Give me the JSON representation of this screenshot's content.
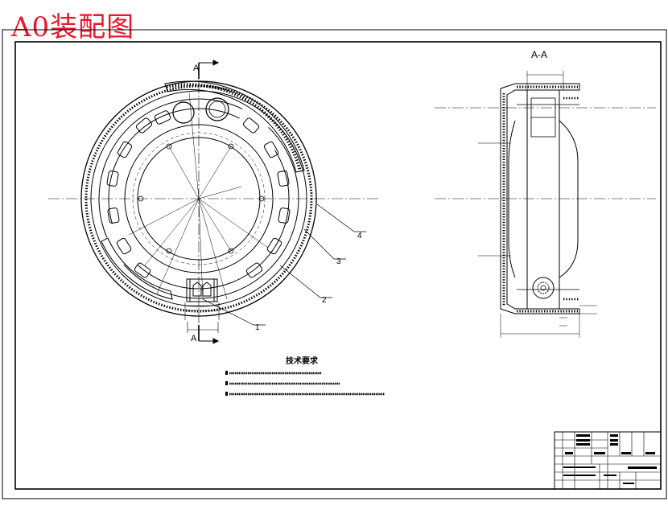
{
  "title": "A0装配图",
  "title_color": "#e8192c",
  "section_label": "A-A",
  "cut_marker_top": "A",
  "cut_marker_bottom": "A",
  "callouts": [
    "1",
    "2",
    "3",
    "4"
  ],
  "notes": {
    "heading": "技术要求"
  }
}
